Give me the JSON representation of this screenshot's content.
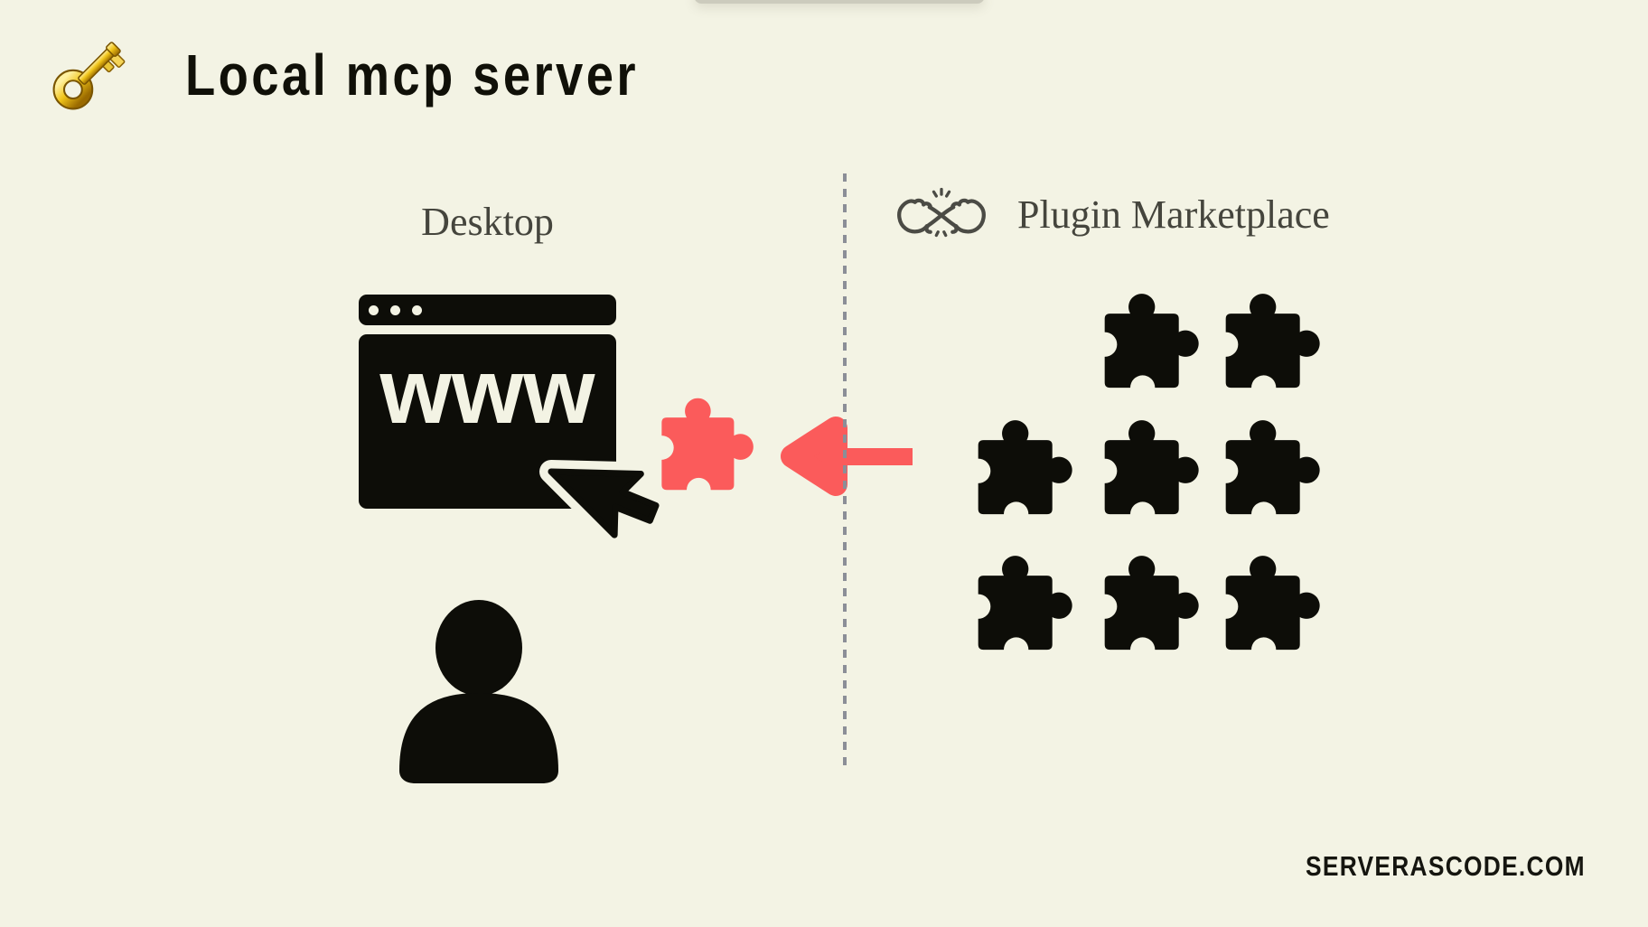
{
  "canvas": {
    "background": "#f3f3e4"
  },
  "colors": {
    "ink_black": "#0d0d08",
    "accent_red": "#fb5b5b",
    "label_gray": "#45453d",
    "divider_gray": "#8b8e97",
    "gold": "#e8b820",
    "cream": "#f3f3e4"
  },
  "header": {
    "title": "Local MCP Server",
    "icon": "key-icon"
  },
  "left_section": {
    "label": "Desktop",
    "browser": {
      "address_text": "www",
      "dots": 3
    },
    "icons": [
      "browser-window-icon",
      "cursor-icon",
      "user-icon"
    ]
  },
  "divider": {
    "style": "dashed-vertical"
  },
  "transfer": {
    "icon": "red-puzzle-piece-icon",
    "arrow": "left-arrow-icon",
    "direction": "right-to-left"
  },
  "right_section": {
    "label": "Plugin Marketplace",
    "icon": "pinky-promise-icon",
    "plugins": {
      "total": 8,
      "grid": [
        [
          0,
          1,
          1
        ],
        [
          1,
          1,
          1
        ],
        [
          1,
          1,
          1
        ]
      ]
    }
  },
  "footer": {
    "site": "SERVERASCODE.COM"
  }
}
